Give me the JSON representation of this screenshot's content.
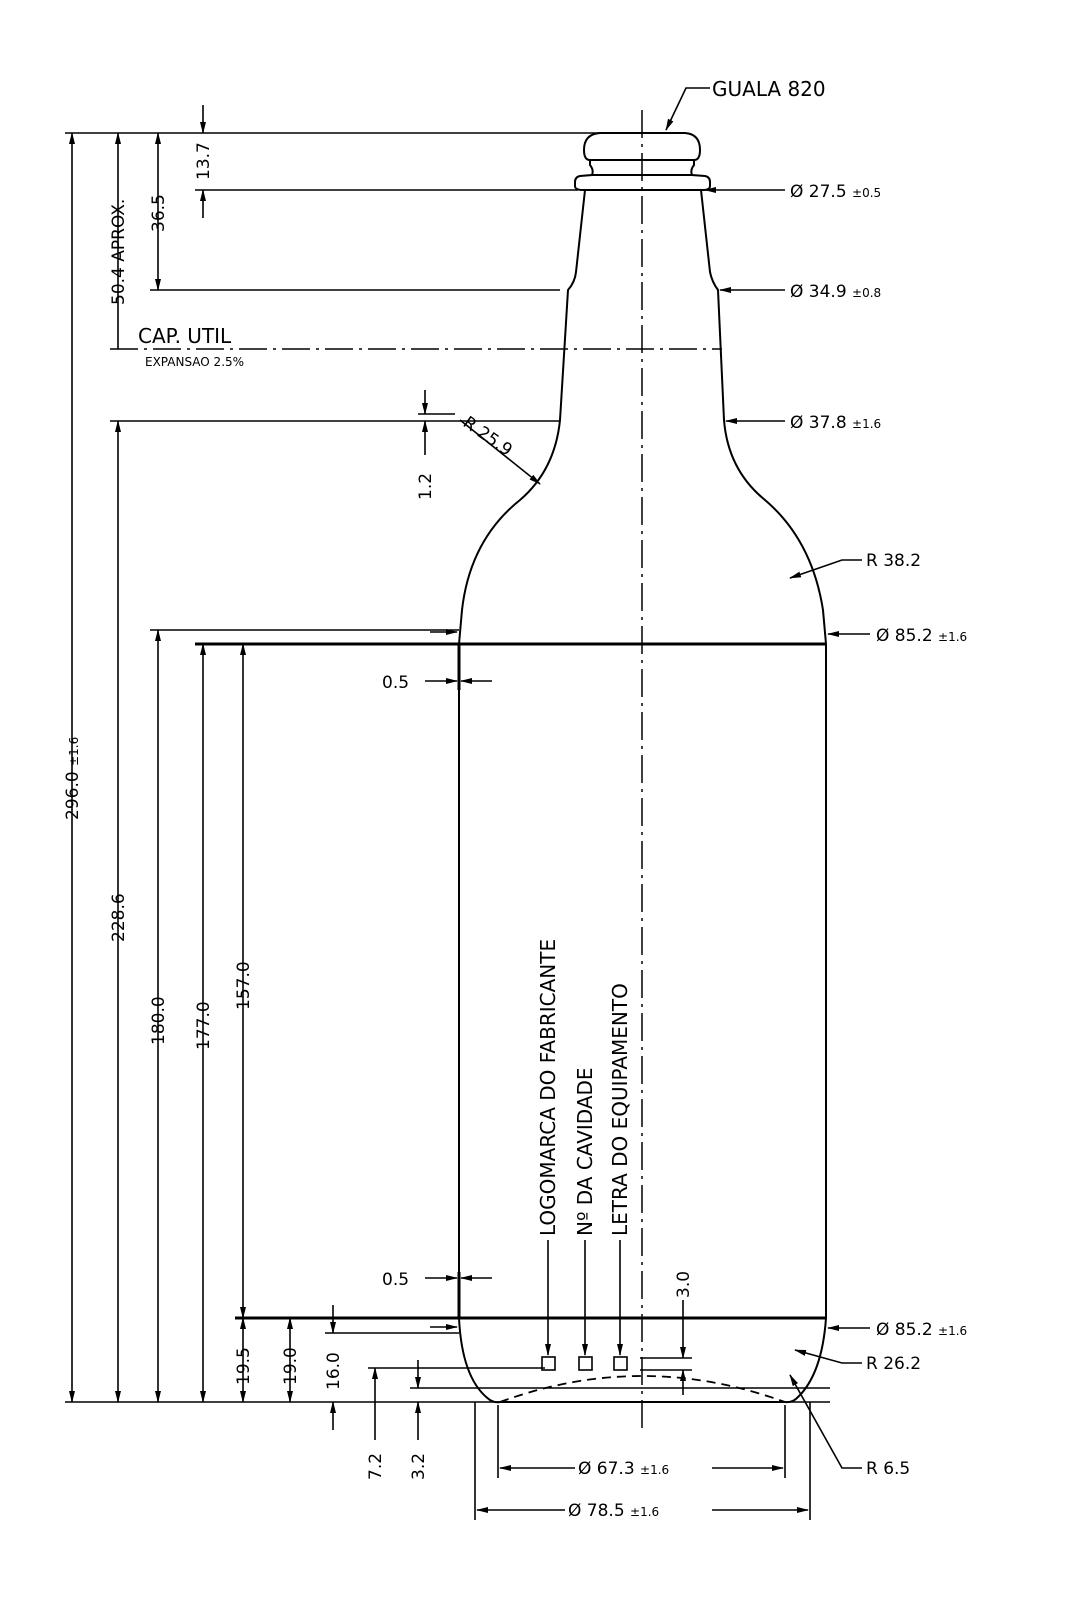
{
  "title": "GUALA 820",
  "capacity": {
    "label": "CAP. UTIL",
    "note": "EXPANSAO 2.5%"
  },
  "diameters": [
    {
      "value": "Ø 27.5",
      "tol": "±0.5"
    },
    {
      "value": "Ø 34.9",
      "tol": "±0.8"
    },
    {
      "value": "Ø 37.8",
      "tol": "±1.6"
    },
    {
      "value": "Ø 85.2",
      "tol": "±1.6"
    },
    {
      "value": "Ø 85.2",
      "tol": "±1.6"
    },
    {
      "value": "Ø 67.3",
      "tol": "±1.6"
    },
    {
      "value": "Ø 78.5",
      "tol": "±1.6"
    }
  ],
  "radii": [
    "R 25.9",
    "R 38.2",
    "R 26.2",
    "R 6.5"
  ],
  "heights": {
    "total": "296.0",
    "total_tol": "±1.6",
    "aprox": "50.4 APROX.",
    "h36": "36.5",
    "h13": "13.7",
    "h1": "1.2",
    "h228": "228.6",
    "h180": "180.0",
    "h177": "177.0",
    "h157": "157.0",
    "h19_5": "19.5",
    "h19": "19.0",
    "h16": "16.0",
    "h7": "7.2",
    "h3_2": "3.2",
    "h3": "3.0",
    "wall_top": "0.5",
    "wall_bottom": "0.5"
  },
  "markings": [
    "LOGOMARCA DO FABRICANTE",
    "Nº DA CAVIDADE",
    "LETRA DO EQUIPAMENTO"
  ]
}
